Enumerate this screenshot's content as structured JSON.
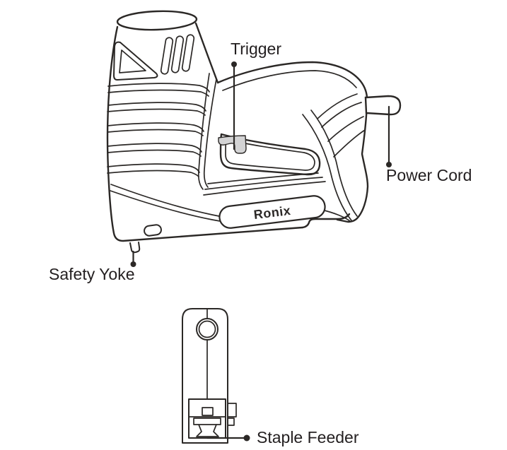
{
  "diagram": {
    "brand_label": "Ronix",
    "labels": {
      "trigger": "Trigger",
      "power_cord": "Power Cord",
      "safety_yoke": "Safety Yoke",
      "staple_feeder": "Staple Feeder"
    },
    "colors": {
      "line": "#2b2826",
      "text": "#231f20",
      "trigger_shade": "#d3d3d4",
      "background": "#ffffff"
    }
  }
}
